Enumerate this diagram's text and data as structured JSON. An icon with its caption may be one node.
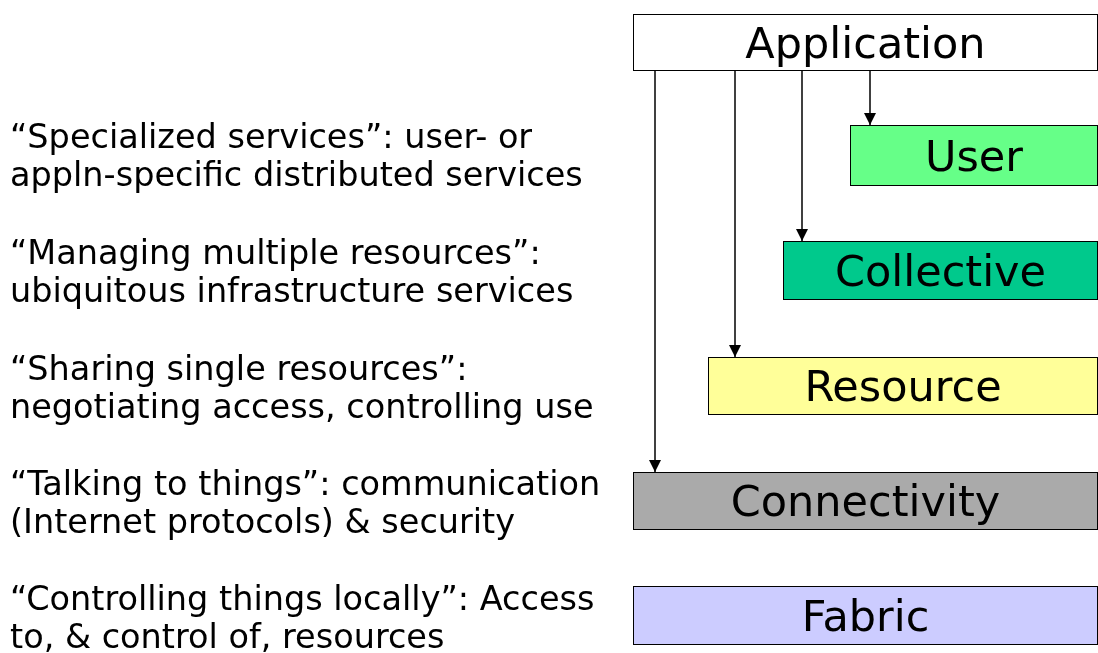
{
  "diagram": {
    "nodes": [
      {
        "text": [
          "Application"
        ]
      },
      {
        "text": [
          "User"
        ]
      },
      {
        "text": [
          "Collective"
        ]
      },
      {
        "text": [
          "Resource"
        ]
      },
      {
        "text": [
          "Connectivity"
        ]
      },
      {
        "text": [
          "Fabric"
        ]
      }
    ],
    "edges": [
      {
        "from": 0,
        "to": 4,
        "arrow": "to"
      },
      {
        "from": 0,
        "to": 3,
        "arrow": "to"
      },
      {
        "from": 0,
        "to": 2,
        "arrow": "to"
      },
      {
        "from": 0,
        "to": 1,
        "arrow": "to"
      }
    ],
    "labels": [
      "“Specialized services”: user- or appln-specific distributed services",
      "“Managing multiple resources”: ubiquitous infrastructure services",
      "“Sharing single resources”: negotiating access, controlling use",
      "“Talking to things”: communication (Internet protocols) & security",
      "“Controlling things locally”: Access to, & control of, resources"
    ]
  }
}
